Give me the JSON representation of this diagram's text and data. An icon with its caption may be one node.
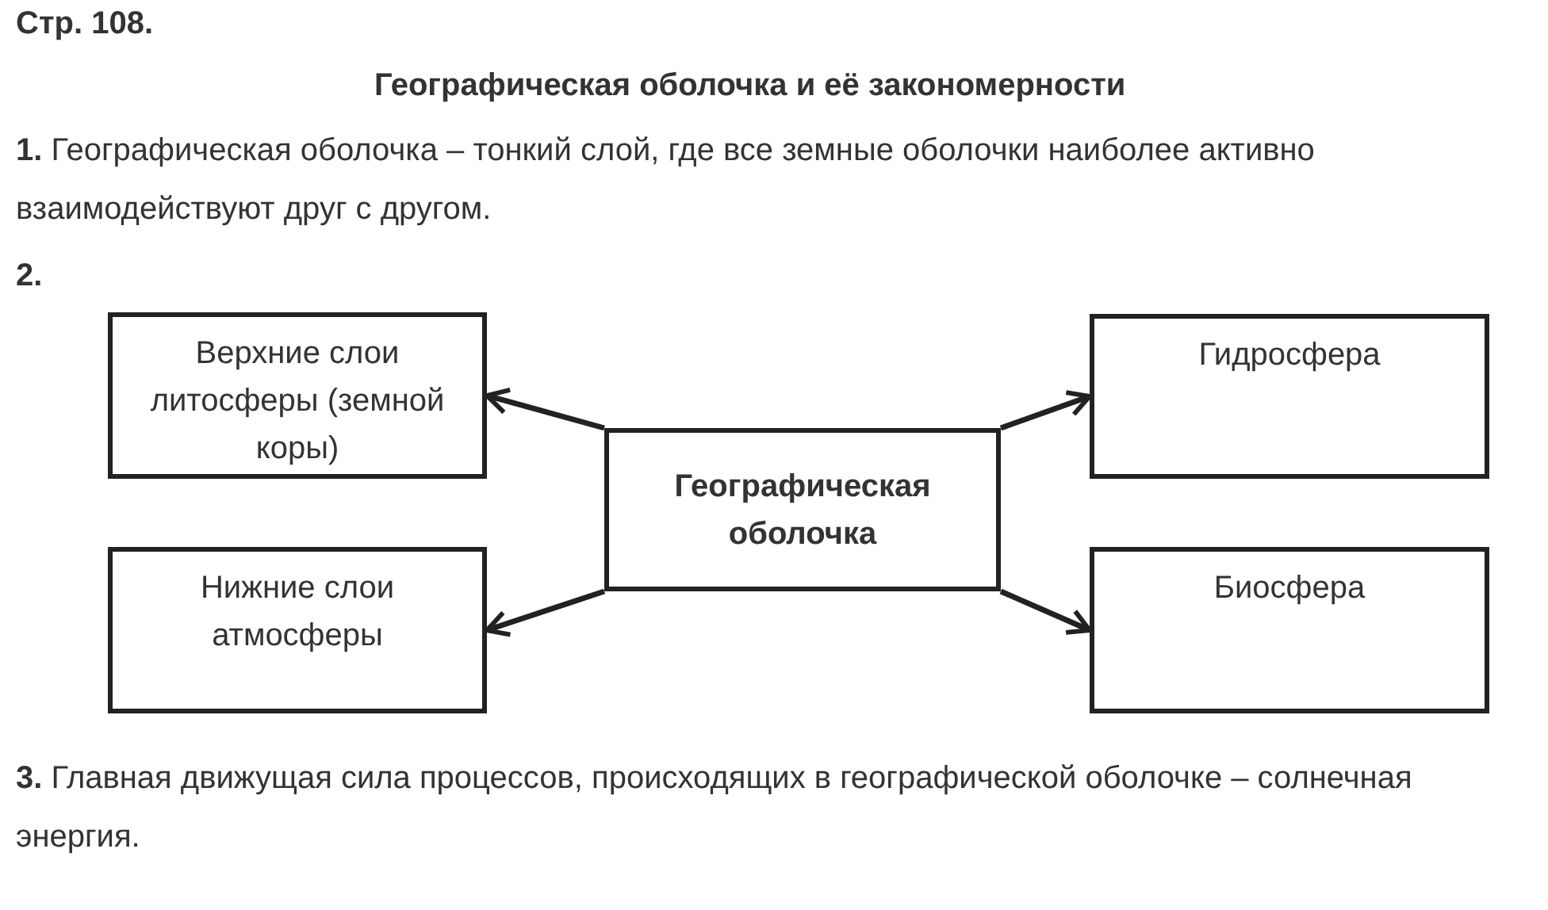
{
  "diagram": {
    "title": "Стр. 108.",
    "nodes": [
      {
        "text": [
          "Верхние слои литосферы (земной коры)"
        ]
      },
      {
        "text": [
          "Гидросфера"
        ]
      },
      {
        "text": [
          "Географическая оболочка"
        ]
      },
      {
        "text": [
          "Нижние слои атмосферы"
        ]
      },
      {
        "text": [
          "Биосфера"
        ]
      }
    ],
    "edges": [
      {
        "from": 2,
        "to": 0,
        "arrow": "to"
      },
      {
        "from": 2,
        "to": 1,
        "arrow": "to"
      },
      {
        "from": 2,
        "to": 3,
        "arrow": "to"
      },
      {
        "from": 2,
        "to": 4,
        "arrow": "to"
      }
    ],
    "labels": [
      "Географическая оболочка и её закономерности",
      "**1.** Географическая оболочка – тонкий слой, где все земные оболочки наиболее активно взаимодействуют друг с другом.",
      "2.",
      "**3.** Главная движущая сила процессов, происходящих в географической оболочке – солнечная энергия."
    ]
  }
}
